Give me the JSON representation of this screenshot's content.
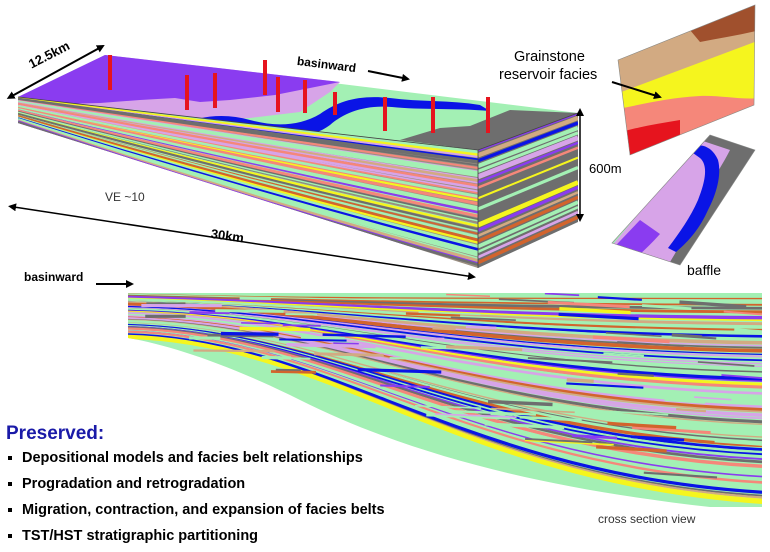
{
  "labels": {
    "width_dim": "12.5km",
    "basinward_top": "basinward",
    "grainstone": "Grainstone",
    "reservoir_facies": "reservoir facies",
    "height_dim": "600m",
    "ve": "VE ~10",
    "length_dim": "30km",
    "baffle": "baffle",
    "basinward_bottom": "basinward",
    "cross_section_caption": "cross section view"
  },
  "preserved": {
    "heading": "Preserved:",
    "items": [
      "Depositional models and facies belt relationships",
      "Progradation and retrogradation",
      "Migration, contraction, and expansion of facies belts",
      "TST/HST stratigraphic partitioning"
    ]
  },
  "colors": {
    "heading": "#1a1aa8",
    "purple": "#8a3cf0",
    "lilac": "#d7a4e8",
    "blue": "#0a14e6",
    "green": "#a3f0b4",
    "gray": "#6e6e6e",
    "yellow": "#f5f51e",
    "orange": "#d2642d",
    "red": "#e6141e",
    "salmon": "#f5877a",
    "tan": "#d2aa82",
    "brown": "#a0502d"
  }
}
